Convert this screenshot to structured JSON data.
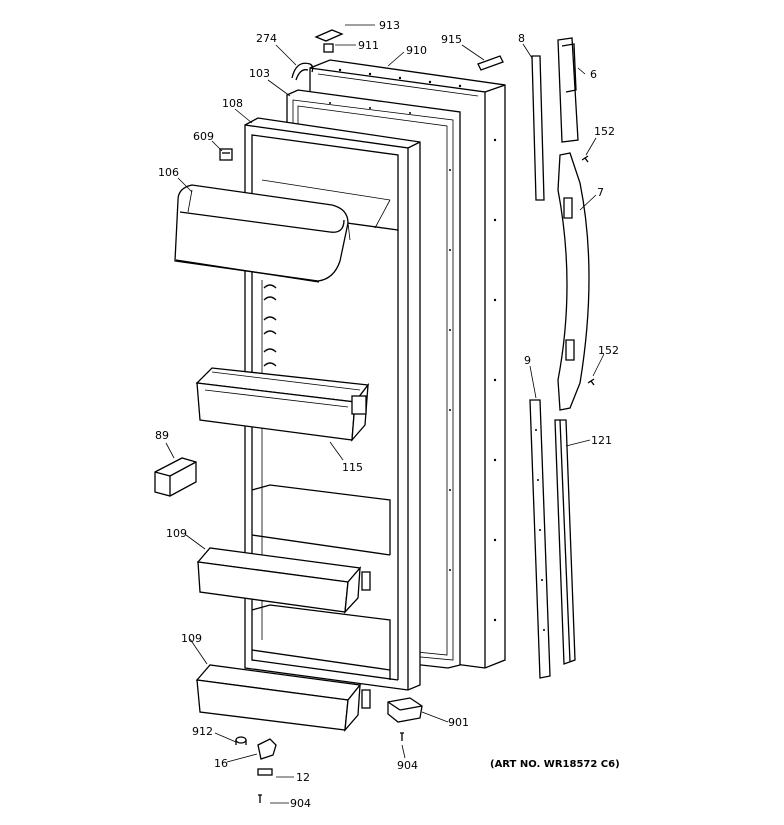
{
  "diagram": {
    "callouts": [
      {
        "id": "913",
        "text": "913"
      },
      {
        "id": "274",
        "text": "274"
      },
      {
        "id": "911",
        "text": "911"
      },
      {
        "id": "910",
        "text": "910"
      },
      {
        "id": "915",
        "text": "915"
      },
      {
        "id": "103",
        "text": "103"
      },
      {
        "id": "108",
        "text": "108"
      },
      {
        "id": "609",
        "text": "609"
      },
      {
        "id": "106",
        "text": "106"
      },
      {
        "id": "8",
        "text": "8"
      },
      {
        "id": "6",
        "text": "6"
      },
      {
        "id": "152a",
        "text": "152"
      },
      {
        "id": "7",
        "text": "7"
      },
      {
        "id": "152b",
        "text": "152"
      },
      {
        "id": "9",
        "text": "9"
      },
      {
        "id": "121",
        "text": "121"
      },
      {
        "id": "89",
        "text": "89"
      },
      {
        "id": "115",
        "text": "115"
      },
      {
        "id": "109a",
        "text": "109"
      },
      {
        "id": "109b",
        "text": "109"
      },
      {
        "id": "901",
        "text": "901"
      },
      {
        "id": "912",
        "text": "912"
      },
      {
        "id": "16",
        "text": "16"
      },
      {
        "id": "12",
        "text": "12"
      },
      {
        "id": "904a",
        "text": "904"
      },
      {
        "id": "904b",
        "text": "904"
      }
    ],
    "art_number": "(ART NO. WR18572 C6)"
  }
}
